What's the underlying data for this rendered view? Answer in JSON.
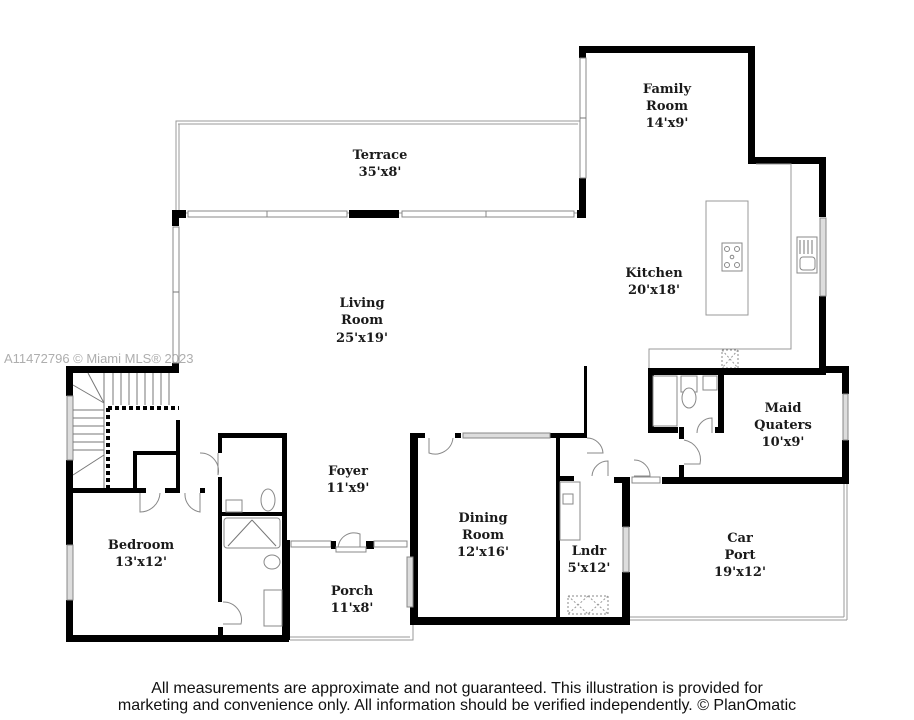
{
  "watermark": "A11472796 © Miami MLS® 2023",
  "rooms": {
    "family_room": {
      "name_1": "Family",
      "name_2": "Room",
      "size": "14'x9'"
    },
    "terrace": {
      "name": "Terrace",
      "size": "35'x8'"
    },
    "kitchen": {
      "name": "Kitchen",
      "size": "20'x18'"
    },
    "living_room": {
      "name_1": "Living",
      "name_2": "Room",
      "size": "25'x19'"
    },
    "maid_quarters": {
      "name_1": "Maid",
      "name_2": "Quaters",
      "size": "10'x9'"
    },
    "foyer": {
      "name": "Foyer",
      "size": "11'x9'"
    },
    "bedroom": {
      "name": "Bedroom",
      "size": "13'x12'"
    },
    "dining_room": {
      "name_1": "Dining",
      "name_2": "Room",
      "size": "12'x16'"
    },
    "car_port": {
      "name_1": "Car",
      "name_2": "Port",
      "size": "19'x12'"
    },
    "laundry": {
      "name": "Lndr",
      "size": "5'x12'"
    },
    "porch": {
      "name": "Porch",
      "size": "11'x8'"
    }
  },
  "footer": {
    "line1": "All measurements are approximate and not guaranteed. This illustration is provided for",
    "line2": "marketing and convenience only. All information should be verified independently. © PlanOmatic"
  }
}
